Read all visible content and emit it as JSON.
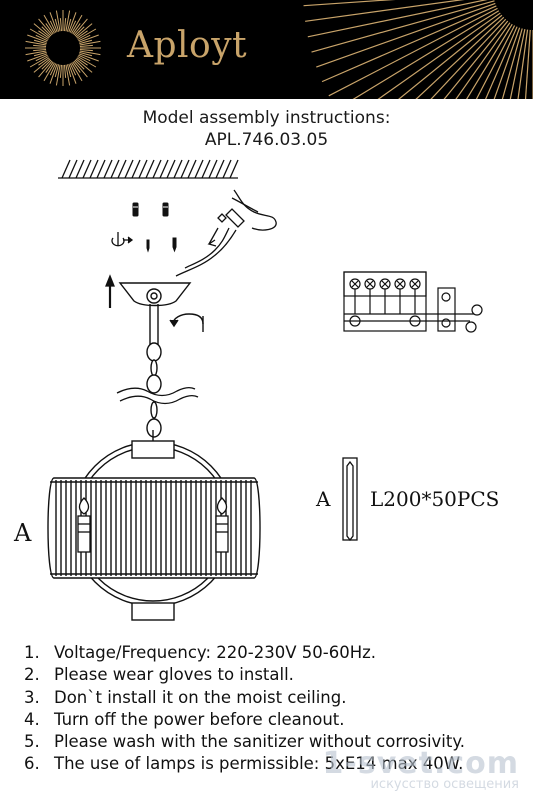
{
  "header": {
    "brand": "Aployt",
    "colors": {
      "background": "#000000",
      "gold": "#c9a46a"
    },
    "icons": [
      "sunburst-logo-icon",
      "sun-rays-icon"
    ]
  },
  "title": {
    "line1": "Model assembly instructions:",
    "line2": "APL.746.03.05"
  },
  "diagram": {
    "label_left": "A",
    "part_label": "A",
    "part_spec": "L200*50PCS"
  },
  "notes": [
    {
      "num": "1.",
      "text": "Voltage/Frequency: 220-230V 50-60Hz."
    },
    {
      "num": "2.",
      "text": "Please wear gloves to install."
    },
    {
      "num": "3.",
      "text": "Don`t install it on the moist ceiling."
    },
    {
      "num": "4.",
      "text": "Turn off the power before cleanout."
    },
    {
      "num": "5.",
      "text": "Please wash with the sanitizer without corrosivity."
    },
    {
      "num": "6.",
      "text": "The use of lamps is permissible: 5xE14 max 40W."
    }
  ],
  "watermark": {
    "brand": "1-svet.com",
    "tagline": "искусство освещения"
  }
}
